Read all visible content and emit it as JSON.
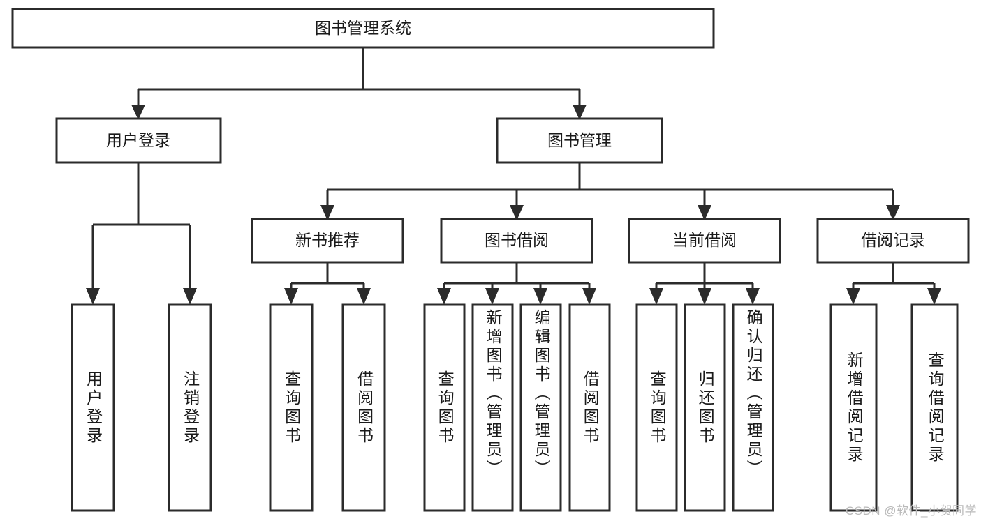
{
  "diagram": {
    "title": "图书管理系统",
    "type": "tree-hierarchy",
    "orientation": "top-down",
    "colors": {
      "box_fill": "#ffffff",
      "box_stroke": "#2b2b2b",
      "connector": "#2b2b2b",
      "text": "#1a1a1a",
      "background": "#ffffff",
      "watermark": "#b9b9b9"
    },
    "root": {
      "label": "图书管理系统",
      "children": [
        {
          "label": "用户登录",
          "children": [
            {
              "label": "用户登录"
            },
            {
              "label": "注销登录"
            }
          ]
        },
        {
          "label": "图书管理",
          "children": [
            {
              "label": "新书推荐",
              "children": [
                {
                  "label": "查询图书"
                },
                {
                  "label": "借阅图书"
                }
              ]
            },
            {
              "label": "图书借阅",
              "children": [
                {
                  "label": "查询图书"
                },
                {
                  "label": "新增图书（管理员）"
                },
                {
                  "label": "编辑图书（管理员）"
                },
                {
                  "label": "借阅图书"
                }
              ]
            },
            {
              "label": "当前借阅",
              "children": [
                {
                  "label": "查询图书"
                },
                {
                  "label": "归还图书"
                },
                {
                  "label": "确认归还（管理员）"
                }
              ]
            },
            {
              "label": "借阅记录",
              "children": [
                {
                  "label": "新增借阅记录"
                },
                {
                  "label": "查询借阅记录"
                }
              ]
            }
          ]
        }
      ]
    },
    "nodes": {
      "root": {
        "label": "图书管理系统"
      },
      "level2": [
        {
          "label": "用户登录"
        },
        {
          "label": "图书管理"
        }
      ],
      "level3": [
        {
          "label": "新书推荐"
        },
        {
          "label": "图书借阅"
        },
        {
          "label": "当前借阅"
        },
        {
          "label": "借阅记录"
        }
      ],
      "leaves": [
        {
          "label": "用户登录"
        },
        {
          "label": "注销登录"
        },
        {
          "label": "查询图书"
        },
        {
          "label": "借阅图书"
        },
        {
          "label": "查询图书"
        },
        {
          "label": "新增图书（管理员）"
        },
        {
          "label": "编辑图书（管理员）"
        },
        {
          "label": "借阅图书"
        },
        {
          "label": "查询图书"
        },
        {
          "label": "归还图书"
        },
        {
          "label": "确认归还（管理员）"
        },
        {
          "label": "新增借阅记录"
        },
        {
          "label": "查询借阅记录"
        }
      ]
    }
  },
  "watermark": {
    "text": "CSDN @软件_小贺同学"
  }
}
